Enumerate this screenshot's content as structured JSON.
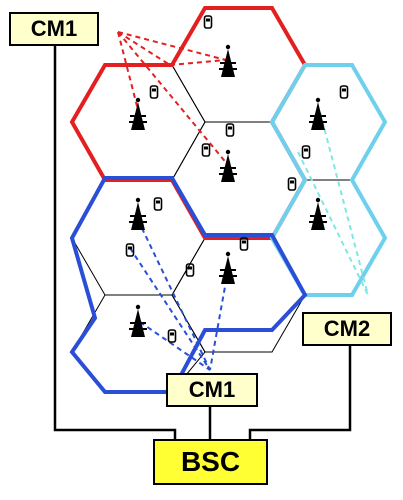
{
  "labels": {
    "cm1_top": "CM1",
    "cm1_bottom": "CM1",
    "cm2": "CM2",
    "bsc": "BSC"
  },
  "colors": {
    "cluster_red": "#e41f1f",
    "cluster_blue": "#2a4fd6",
    "cluster_cyan": "#6fd0ee",
    "dashed_cyan": "#7ee8e0",
    "grid": "#000000",
    "label_fill": "#ffffcc",
    "bsc_fill": "#ffff33"
  },
  "icons": {
    "base_station": "tower-antenna-icon",
    "handset": "mobile-phone-icon"
  }
}
